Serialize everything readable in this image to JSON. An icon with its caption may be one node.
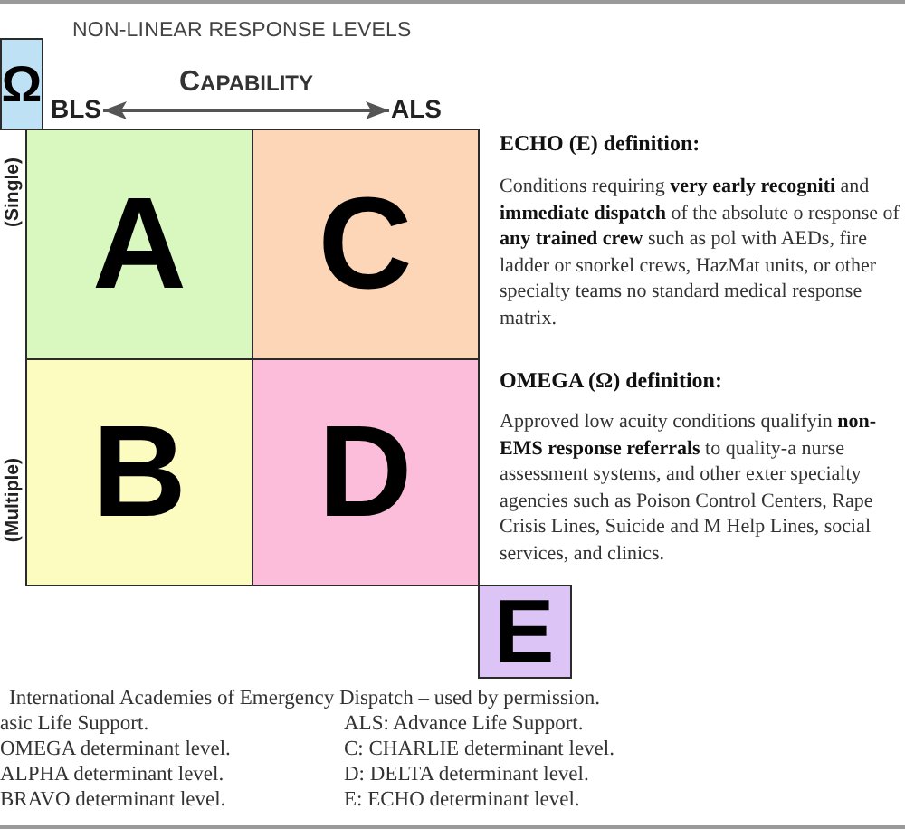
{
  "diagram": {
    "title": "NON-LINEAR RESPONSE LEVELS",
    "nodes": [
      {
        "text": [
          "Ω"
        ]
      },
      {
        "text": [
          "BLS"
        ]
      },
      {
        "text": [
          "ALS"
        ]
      },
      {
        "text": [
          "A"
        ]
      },
      {
        "text": [
          "C"
        ]
      },
      {
        "text": [
          "B"
        ]
      },
      {
        "text": [
          "D"
        ]
      },
      {
        "text": [
          "E"
        ]
      }
    ],
    "edges": [
      {
        "from": 1,
        "to": 2,
        "arrow": "both",
        "label": "CAPABILITY"
      }
    ],
    "labels": [
      "(Single)",
      "ECHO (E) definition:",
      "Conditions requiring **very early recogniti** and **immediate dispatch** of the absolute o response of **any trained crew** such as pol with AEDs, fire ladder or snorkel crews, HazMat units, or other specialty teams no standard medical response matrix.",
      "(Multiple)",
      "OMEGA (Ω) definition:",
      "Approved low acuity conditions qualifyin **non-EMS response referrals** to quality-a nurse assessment systems, and other exter specialty agencies such as Poison Control Centers, Rape Crisis Lines, Suicide and M Help Lines, social services, and clinics.",
      "International Academies of Emergency Dispatch – used by permission.",
      "asic Life Support.",
      "ALS: Advance Life Support.",
      "OMEGA determinant level.",
      "C: CHARLIE determinant level.",
      "ALPHA determinant level.",
      "D: DELTA determinant level.",
      "BRAVO determinant level.",
      "E: ECHO determinant level."
    ]
  }
}
